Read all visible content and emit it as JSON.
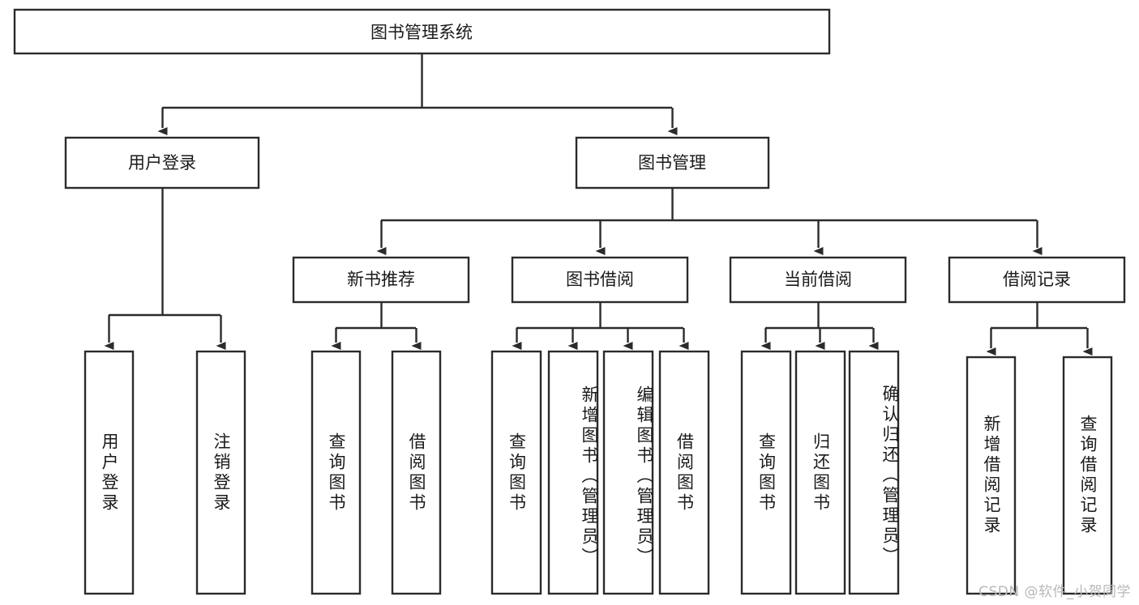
{
  "diagram": {
    "title_node": {
      "label": "图书管理系统"
    },
    "level2": [
      {
        "id": "user-login",
        "label": "用户登录"
      },
      {
        "id": "book-management",
        "label": "图书管理"
      }
    ],
    "level3": [
      {
        "id": "new-book-recommend",
        "label": "新书推荐"
      },
      {
        "id": "book-borrow",
        "label": "图书借阅"
      },
      {
        "id": "current-borrow",
        "label": "当前借阅"
      },
      {
        "id": "borrow-record",
        "label": "借阅记录"
      }
    ],
    "leaves": [
      {
        "id": "leaf-user-login",
        "label": "用户登录",
        "parent": "user-login"
      },
      {
        "id": "leaf-logout",
        "label": "注销登录",
        "parent": "user-login"
      },
      {
        "id": "leaf-query-book-1",
        "label": "查询图书",
        "parent": "new-book-recommend"
      },
      {
        "id": "leaf-borrow-book-1",
        "label": "借阅图书",
        "parent": "new-book-recommend"
      },
      {
        "id": "leaf-query-book-2",
        "label": "查询图书",
        "parent": "book-borrow"
      },
      {
        "id": "leaf-add-book",
        "label": "新增图书（管理员）",
        "parent": "book-borrow"
      },
      {
        "id": "leaf-edit-book",
        "label": "编辑图书（管理员）",
        "parent": "book-borrow"
      },
      {
        "id": "leaf-borrow-book-2",
        "label": "借阅图书",
        "parent": "book-borrow"
      },
      {
        "id": "leaf-query-book-3",
        "label": "查询图书",
        "parent": "current-borrow"
      },
      {
        "id": "leaf-return-book",
        "label": "归还图书",
        "parent": "current-borrow"
      },
      {
        "id": "leaf-confirm-return",
        "label": "确认归还（管理员）",
        "parent": "current-borrow"
      },
      {
        "id": "leaf-add-record",
        "label": "新增借阅记录",
        "parent": "borrow-record"
      },
      {
        "id": "leaf-query-record",
        "label": "查询借阅记录",
        "parent": "borrow-record"
      }
    ]
  },
  "watermark": {
    "text": "CSDN @软件_小贺同学"
  },
  "colors": {
    "stroke": "#2b2b2b",
    "fill": "#ffffff",
    "text": "#1a1a1a",
    "watermark": "#b8b8b8"
  }
}
